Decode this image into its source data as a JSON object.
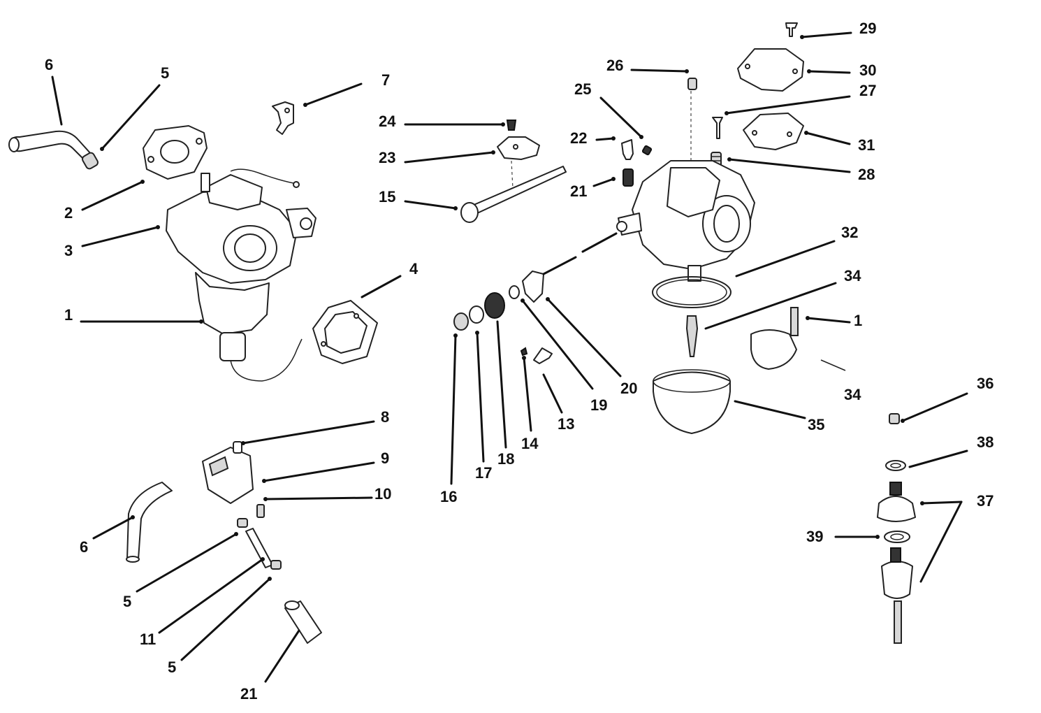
{
  "diagram": {
    "callouts": [
      {
        "id": "c6a",
        "label": "6"
      },
      {
        "id": "c5a",
        "label": "5"
      },
      {
        "id": "c7",
        "label": "7"
      },
      {
        "id": "c2",
        "label": "2"
      },
      {
        "id": "c3",
        "label": "3"
      },
      {
        "id": "c1a",
        "label": "1"
      },
      {
        "id": "c4",
        "label": "4"
      },
      {
        "id": "c24",
        "label": "24"
      },
      {
        "id": "c23",
        "label": "23"
      },
      {
        "id": "c15",
        "label": "15"
      },
      {
        "id": "c26",
        "label": "26"
      },
      {
        "id": "c25",
        "label": "25"
      },
      {
        "id": "c22",
        "label": "22"
      },
      {
        "id": "c21a",
        "label": "21"
      },
      {
        "id": "c29",
        "label": "29"
      },
      {
        "id": "c30",
        "label": "30"
      },
      {
        "id": "c27",
        "label": "27"
      },
      {
        "id": "c31",
        "label": "31"
      },
      {
        "id": "c28",
        "label": "28"
      },
      {
        "id": "c32",
        "label": "32"
      },
      {
        "id": "c34a",
        "label": "34"
      },
      {
        "id": "c1b",
        "label": "1"
      },
      {
        "id": "c34b",
        "label": "34"
      },
      {
        "id": "c35",
        "label": "35"
      },
      {
        "id": "c20",
        "label": "20"
      },
      {
        "id": "c19",
        "label": "19"
      },
      {
        "id": "c13",
        "label": "13"
      },
      {
        "id": "c14",
        "label": "14"
      },
      {
        "id": "c18",
        "label": "18"
      },
      {
        "id": "c17",
        "label": "17"
      },
      {
        "id": "c16",
        "label": "16"
      },
      {
        "id": "c8",
        "label": "8"
      },
      {
        "id": "c9",
        "label": "9"
      },
      {
        "id": "c10",
        "label": "10"
      },
      {
        "id": "c6b",
        "label": "6"
      },
      {
        "id": "c5b",
        "label": "5"
      },
      {
        "id": "c11",
        "label": "11"
      },
      {
        "id": "c5c",
        "label": "5"
      },
      {
        "id": "c21b",
        "label": "21"
      },
      {
        "id": "c36",
        "label": "36"
      },
      {
        "id": "c38",
        "label": "38"
      },
      {
        "id": "c37",
        "label": "37"
      },
      {
        "id": "c39",
        "label": "39"
      }
    ]
  }
}
